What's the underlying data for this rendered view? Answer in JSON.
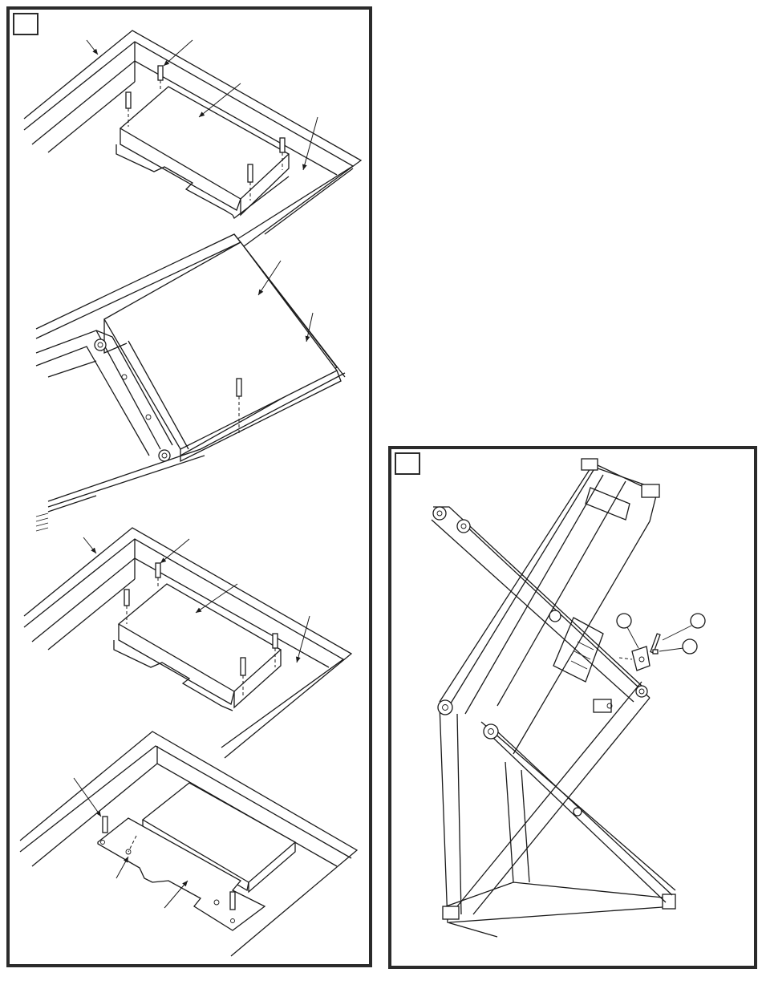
{
  "panels": [
    {
      "id": "left",
      "step_label": ""
    },
    {
      "id": "right",
      "step_label": ""
    }
  ],
  "callouts": [
    {
      "id": "callout-1",
      "label": ""
    },
    {
      "id": "callout-2",
      "label": ""
    },
    {
      "id": "callout-3",
      "label": ""
    }
  ],
  "colors": {
    "line": "#1a1a1a",
    "frame": "#2b2b2b",
    "background": "#ffffff"
  }
}
